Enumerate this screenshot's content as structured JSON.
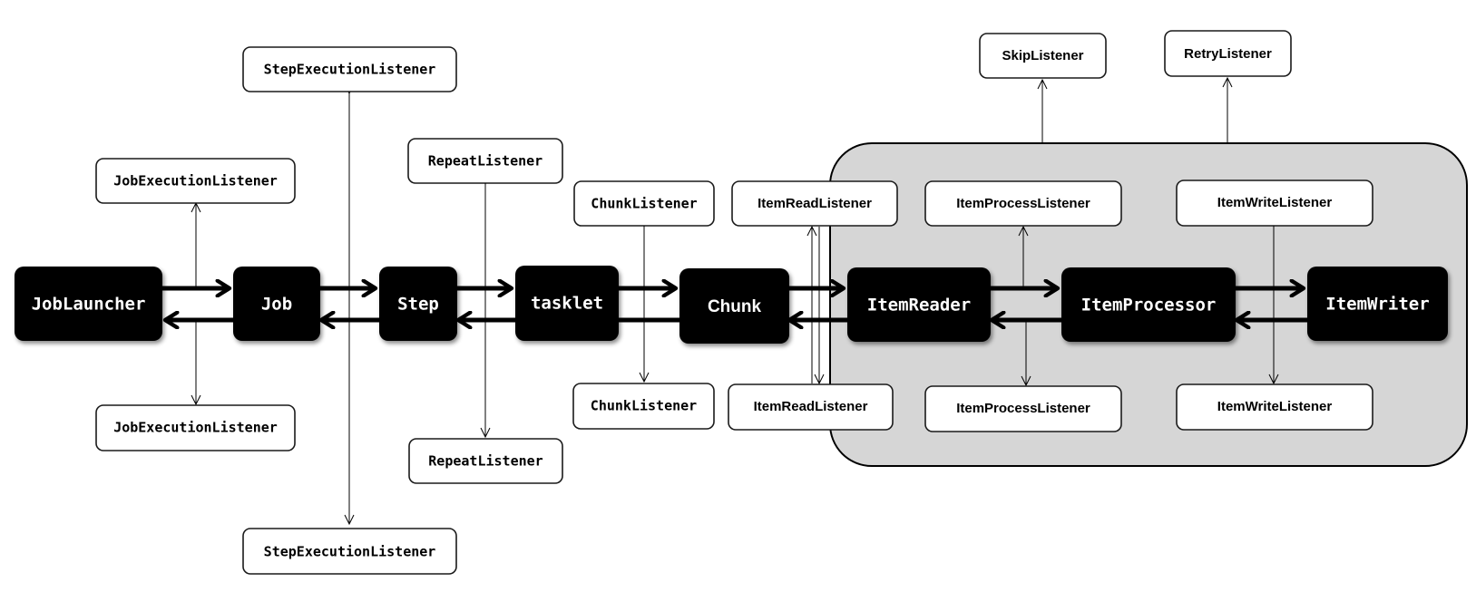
{
  "colors": {
    "region_fill": "#d6d6d6",
    "main_box_fill": "#000000",
    "main_text": "#ffffff",
    "listener_fill": "#ffffff",
    "line": "#000000"
  },
  "nodes": {
    "job_launcher": "JobLauncher",
    "job": "Job",
    "step": "Step",
    "tasklet": "tasklet",
    "chunk": "Chunk",
    "item_reader": "ItemReader",
    "item_processor": "ItemProcessor",
    "item_writer": "ItemWriter"
  },
  "listeners": {
    "job_execution_top": "JobExecutionListener",
    "job_execution_bottom": "JobExecutionListener",
    "step_execution_top": "StepExecutionListener",
    "step_execution_bottom": "StepExecutionListener",
    "repeat_top": "RepeatListener",
    "repeat_bottom": "RepeatListener",
    "chunk_top": "ChunkListener",
    "chunk_bottom": "ChunkListener",
    "item_read_top": "ItemReadListener",
    "item_read_bottom": "ItemReadListener",
    "item_process_top": "ItemProcessListener",
    "item_process_bottom": "ItemProcessListener",
    "item_write_top": "ItemWriteListener",
    "item_write_bottom": "ItemWriteListener",
    "skip": "SkipListener",
    "retry": "RetryListener"
  }
}
